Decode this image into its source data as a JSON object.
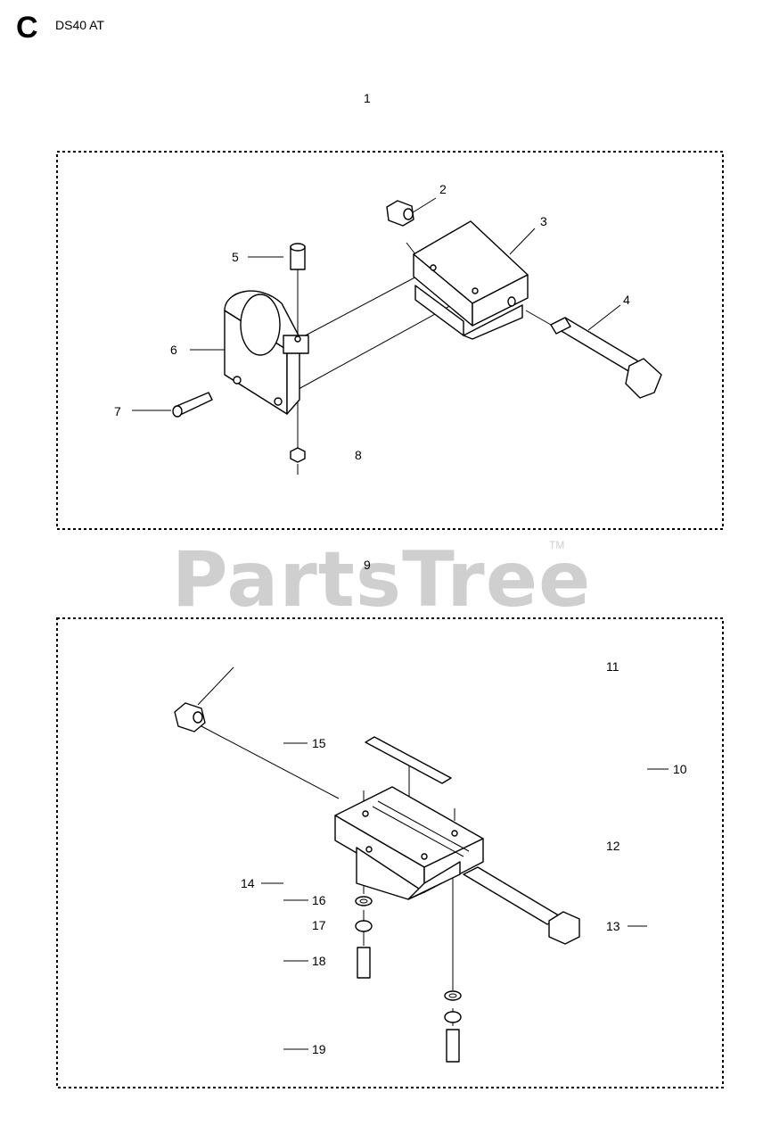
{
  "header": {
    "section": "C",
    "model": "DS40 AT"
  },
  "watermark": {
    "text": "PartsTree",
    "tm": "TM"
  },
  "callouts": {
    "c1": "1",
    "c2": "2",
    "c3": "3",
    "c4": "4",
    "c5": "5",
    "c6": "6",
    "c7": "7",
    "c8": "8",
    "c9": "9",
    "c10": "10",
    "c11": "11",
    "c12": "12",
    "c13": "13",
    "c14": "14",
    "c15": "15",
    "c16": "16",
    "c17": "17",
    "c18": "18",
    "c19": "19"
  }
}
